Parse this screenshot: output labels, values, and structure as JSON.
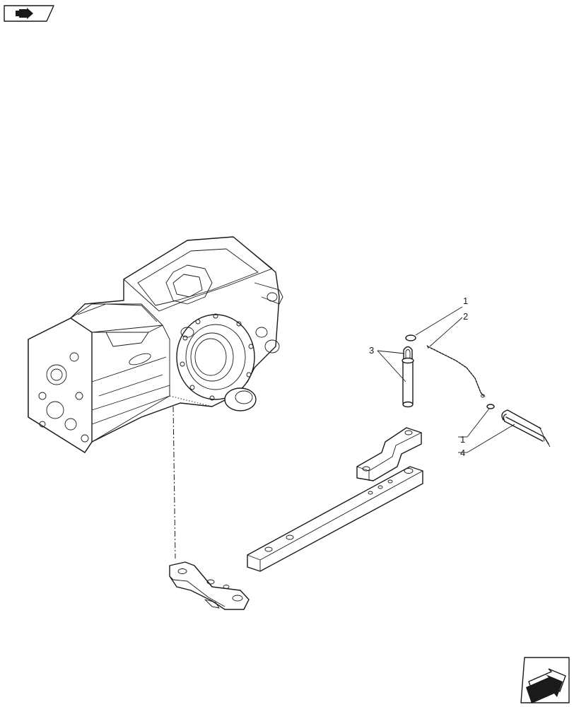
{
  "diagram": {
    "callouts": [
      {
        "id": "c1a",
        "label": "1"
      },
      {
        "id": "c2",
        "label": "2"
      },
      {
        "id": "c3",
        "label": "3"
      },
      {
        "id": "c1b",
        "label": "1"
      },
      {
        "id": "c4",
        "label": "4"
      }
    ],
    "icons": {
      "top_left": "book-arrow-icon",
      "bottom_right": "next-page-arrow-icon"
    }
  }
}
